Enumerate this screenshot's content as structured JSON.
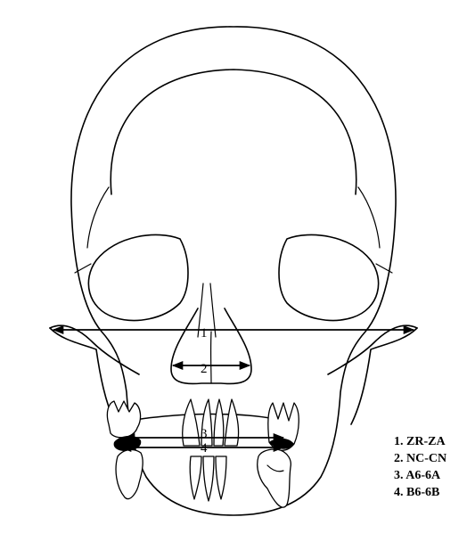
{
  "measurements": [
    {
      "number": "1",
      "legend": "1. ZR-ZA"
    },
    {
      "number": "2",
      "legend": "2. NC-CN"
    },
    {
      "number": "3",
      "legend": "3. A6-6A"
    },
    {
      "number": "4",
      "legend": "4. B6-6B"
    }
  ],
  "colors": {
    "line": "#000000",
    "background": "#ffffff"
  }
}
